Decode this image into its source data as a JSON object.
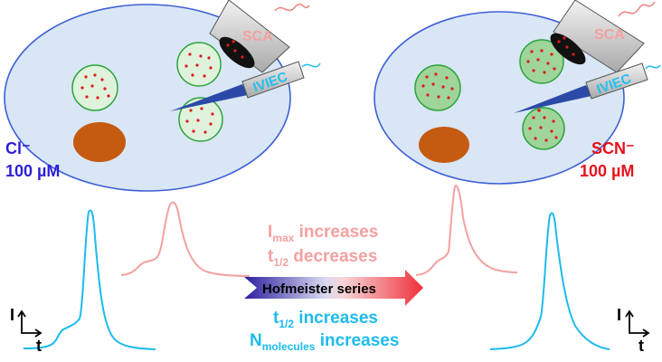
{
  "colors": {
    "cell_fill": "#d9e6f5",
    "cell_stroke": "#3d5fd6",
    "vesicle_fill_light": "#dff3dc",
    "vesicle_fill_dark": "#9fd49a",
    "vesicle_stroke": "#2aa43a",
    "dot": "#e01b1b",
    "nucleus": "#c55a11",
    "sca_probe": "#c9c9c9",
    "sca_text": "#f3a0a0",
    "ivie_text": "#22bfef",
    "pink_trace": "#f4a0a0",
    "blue_trace": "#1dbbee",
    "chloride_label": "#2b1fd6",
    "thiocyanate_label": "#e8111b",
    "arrow_start": "#2a1f9e",
    "arrow_end": "#f0303a"
  },
  "left_panel": {
    "anion": "Cl⁻",
    "concentration": "100 µM",
    "sca_label": "SCA",
    "ivie_label": "IVIEC"
  },
  "right_panel": {
    "anion": "SCN⁻",
    "concentration": "100 µM",
    "sca_label": "SCA",
    "ivie_label": "IVIEC"
  },
  "axes": {
    "y_label": "I",
    "x_label": "t"
  },
  "center": {
    "arrow_label": "Hofmeister series",
    "imax_main": "I",
    "imax_sub": "max",
    "imax_rest": " increases",
    "thalf_main": "t",
    "thalf_sub": "1/2",
    "thalf_rest_top": " decreases",
    "thalf_rest_bottom": " increases",
    "nmol_main": "N",
    "nmol_sub": "molecules",
    "nmol_rest": " increases"
  }
}
